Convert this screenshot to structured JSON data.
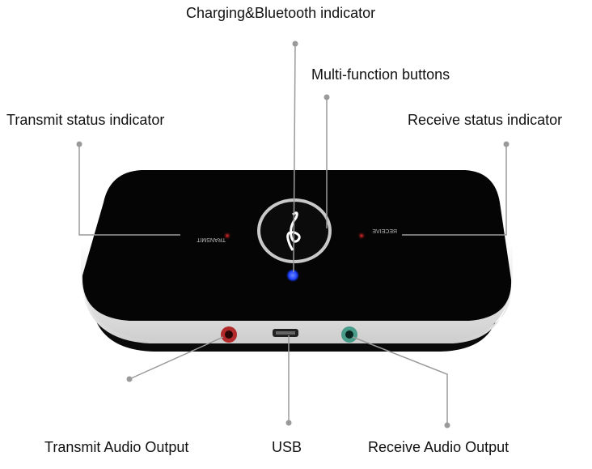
{
  "labels": {
    "charging_bluetooth": "Charging&Bluetooth indicator",
    "multi_function": "Multi-function buttons",
    "transmit_status": "Transmit status indicator",
    "receive_status": "Receive status indicator",
    "transmit_audio": "Transmit Audio Output",
    "usb": "USB",
    "receive_audio": "Receive Audio Output"
  },
  "device_text": {
    "transmit": "TRANSMIT",
    "receive": "RECEIVE"
  },
  "colors": {
    "device_body": "#050505",
    "rim": "#f2f2f2",
    "led_blue": "#1a3cff",
    "transmit_jack": "#c0282a",
    "receive_jack": "#3f9a86",
    "leader_line": "#9a9a9a"
  }
}
